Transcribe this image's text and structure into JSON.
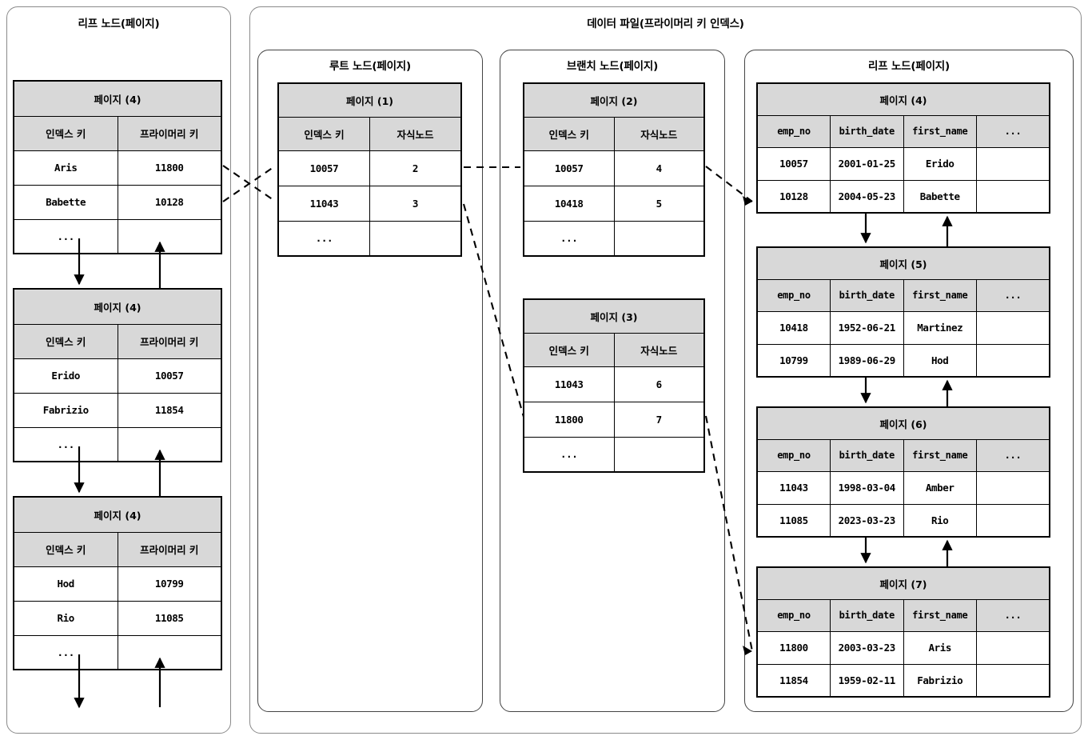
{
  "panels": {
    "secondary_index": {
      "title": "리프 노드(페이지)"
    },
    "data_file": {
      "title": "데이터 파일(프라이머리 키 인덱스)"
    },
    "root": {
      "title": "루트 노드(페이지)"
    },
    "branch": {
      "title": "브랜치 노드(페이지)"
    },
    "leaf": {
      "title": "리프 노드(페이지)"
    }
  },
  "labels": {
    "index_key": "인덱스 키",
    "primary_key": "프라이머리 키",
    "child_node": "자식노드",
    "emp_no": "emp_no",
    "birth_date": "birth_date",
    "first_name": "first_name",
    "ellipsis": "..."
  },
  "secondary_leaf_pages": [
    {
      "page_label": "페이지 (4)",
      "columns": [
        "인덱스 키",
        "프라이머리 키"
      ],
      "rows": [
        [
          "Aris",
          "11800"
        ],
        [
          "Babette",
          "10128"
        ],
        [
          "...",
          ""
        ]
      ]
    },
    {
      "page_label": "페이지 (4)",
      "columns": [
        "인덱스 키",
        "프라이머리 키"
      ],
      "rows": [
        [
          "Erido",
          "10057"
        ],
        [
          "Fabrizio",
          "11854"
        ],
        [
          "...",
          ""
        ]
      ]
    },
    {
      "page_label": "페이지 (4)",
      "columns": [
        "인덱스 키",
        "프라이머리 키"
      ],
      "rows": [
        [
          "Hod",
          "10799"
        ],
        [
          "Rio",
          "11085"
        ],
        [
          "...",
          ""
        ]
      ]
    }
  ],
  "root_page": {
    "page_label": "페이지 (1)",
    "columns": [
      "인덱스 키",
      "자식노드"
    ],
    "rows": [
      [
        "10057",
        "2"
      ],
      [
        "11043",
        "3"
      ],
      [
        "...",
        ""
      ]
    ]
  },
  "branch_pages": [
    {
      "page_label": "페이지 (2)",
      "columns": [
        "인덱스 키",
        "자식노드"
      ],
      "rows": [
        [
          "10057",
          "4"
        ],
        [
          "10418",
          "5"
        ],
        [
          "...",
          ""
        ]
      ]
    },
    {
      "page_label": "페이지 (3)",
      "columns": [
        "인덱스 키",
        "자식노드"
      ],
      "rows": [
        [
          "11043",
          "6"
        ],
        [
          "11800",
          "7"
        ],
        [
          "...",
          ""
        ]
      ]
    }
  ],
  "leaf_pages": [
    {
      "page_label": "페이지 (4)",
      "columns": [
        "emp_no",
        "birth_date",
        "first_name",
        "..."
      ],
      "rows": [
        [
          "10057",
          "2001-01-25",
          "Erido",
          ""
        ],
        [
          "10128",
          "2004-05-23",
          "Babette",
          ""
        ]
      ]
    },
    {
      "page_label": "페이지 (5)",
      "columns": [
        "emp_no",
        "birth_date",
        "first_name",
        "..."
      ],
      "rows": [
        [
          "10418",
          "1952-06-21",
          "Martinez",
          ""
        ],
        [
          "10799",
          "1989-06-29",
          "Hod",
          ""
        ]
      ]
    },
    {
      "page_label": "페이지 (6)",
      "columns": [
        "emp_no",
        "birth_date",
        "first_name",
        "..."
      ],
      "rows": [
        [
          "11043",
          "1998-03-04",
          "Amber",
          ""
        ],
        [
          "11085",
          "2023-03-23",
          "Rio",
          ""
        ]
      ]
    },
    {
      "page_label": "페이지 (7)",
      "columns": [
        "emp_no",
        "birth_date",
        "first_name",
        "..."
      ],
      "rows": [
        [
          "11800",
          "2003-03-23",
          "Aris",
          ""
        ],
        [
          "11854",
          "1959-02-11",
          "Fabrizio",
          ""
        ]
      ]
    }
  ],
  "colors": {
    "header_fill": "#d8d8d8",
    "border": "#000000",
    "panel_border": "#8a8a8a",
    "connector": "#000000"
  }
}
